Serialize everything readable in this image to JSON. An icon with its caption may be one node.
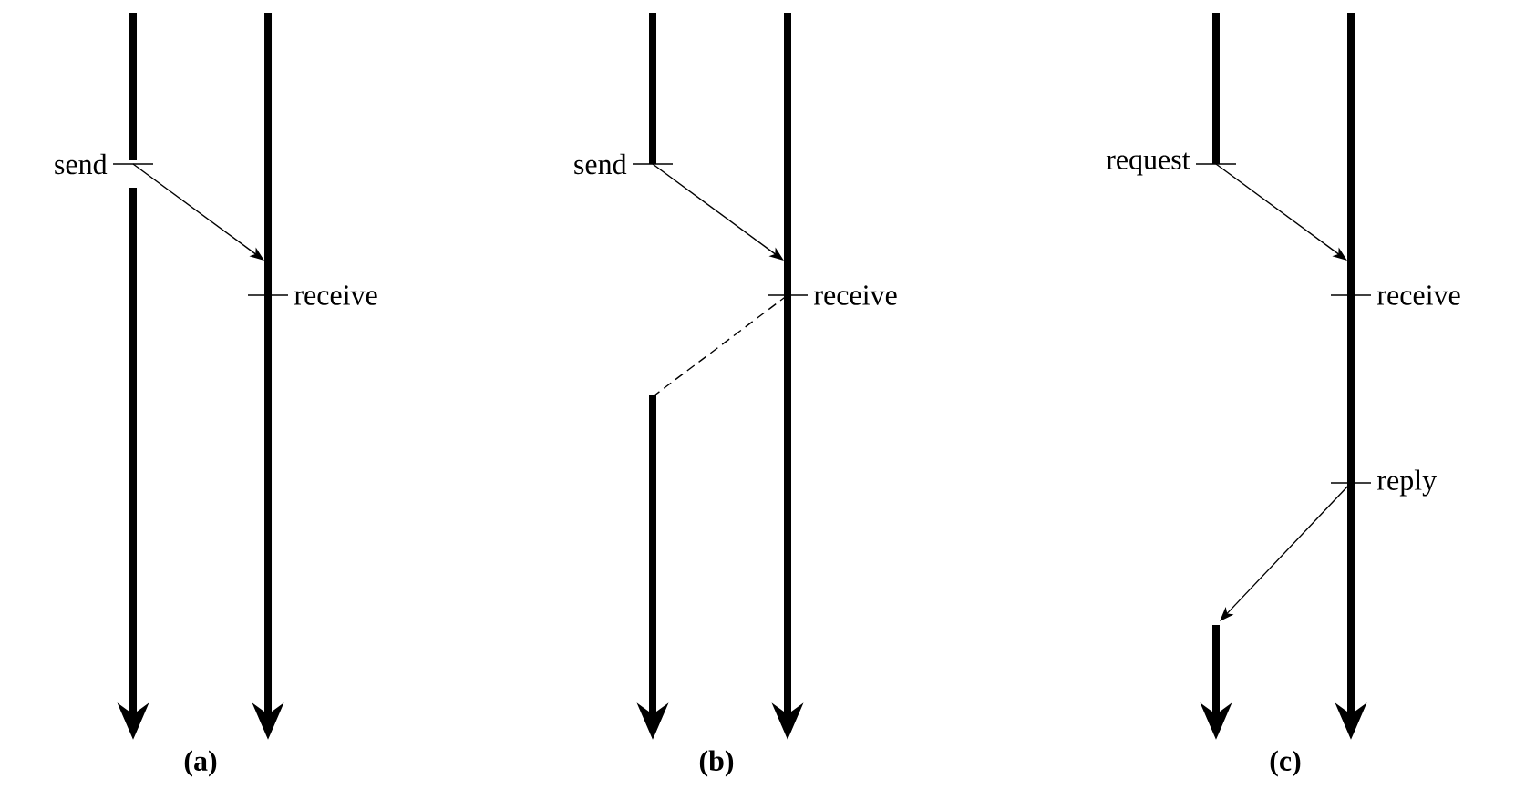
{
  "diagram": {
    "nodes": [
      {
        "text": [
          "send"
        ]
      },
      {
        "text": [
          "receive"
        ]
      },
      {
        "text": [
          "send"
        ]
      },
      {
        "text": [
          "receive"
        ]
      },
      {
        "text": [
          "request"
        ]
      },
      {
        "text": [
          "receive"
        ]
      },
      {
        "text": [
          "reply"
        ]
      }
    ],
    "edges": [
      {
        "from": 0,
        "to": 1,
        "arrow": "to"
      },
      {
        "from": 2,
        "to": 3,
        "arrow": "to"
      },
      {
        "from": 3,
        "to": null,
        "arrow": "none",
        "style": "dashed"
      },
      {
        "from": 4,
        "to": 5,
        "arrow": "to"
      },
      {
        "from": 6,
        "to": null,
        "arrow": "to"
      }
    ],
    "labels": [
      "(a)",
      "(b)",
      "(c)"
    ]
  }
}
